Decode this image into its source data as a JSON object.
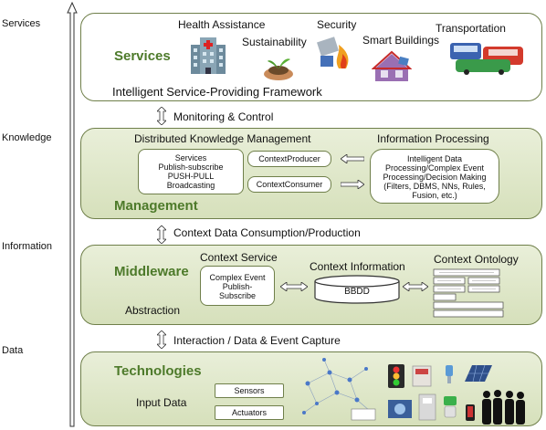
{
  "axis_labels": {
    "services": "Services",
    "knowledge": "Knowledge",
    "information": "Information",
    "data": "Data"
  },
  "services_layer": {
    "title": "Services",
    "framework": "Intelligent Service-Providing Framework",
    "items": [
      "Health Assistance",
      "Sustainability",
      "Security",
      "Smart Buildings",
      "Transportation"
    ]
  },
  "connector_1": "Monitoring & Control",
  "management_layer": {
    "title": "Management",
    "heading": "Distributed Knowledge Management",
    "info_heading": "Information Processing",
    "services_box": "Services\nPublish-subscribe\nPUSH-PULL\nBroadcasting",
    "producer": "ContextProducer",
    "consumer": "ContextConsumer",
    "processing_box": "Intelligent Data\nProcessing/Complex Event\nProcessing/Decision Making\n(Filters, DBMS, NNs, Rules,\nFusion, etc.)"
  },
  "connector_2": "Context Data Consumption/Production",
  "middleware_layer": {
    "title": "Middleware",
    "abstraction": "Abstraction",
    "context_service": "Context Service",
    "cep_box": "Complex Event\nPublish-\nSubscribe",
    "context_information": "Context Information",
    "database": "BBDD",
    "context_ontology": "Context Ontology"
  },
  "connector_3": "Interaction / Data & Event Capture",
  "technologies_layer": {
    "title": "Technologies",
    "input": "Input Data",
    "sensors": "Sensors",
    "actuators": "Actuators"
  }
}
